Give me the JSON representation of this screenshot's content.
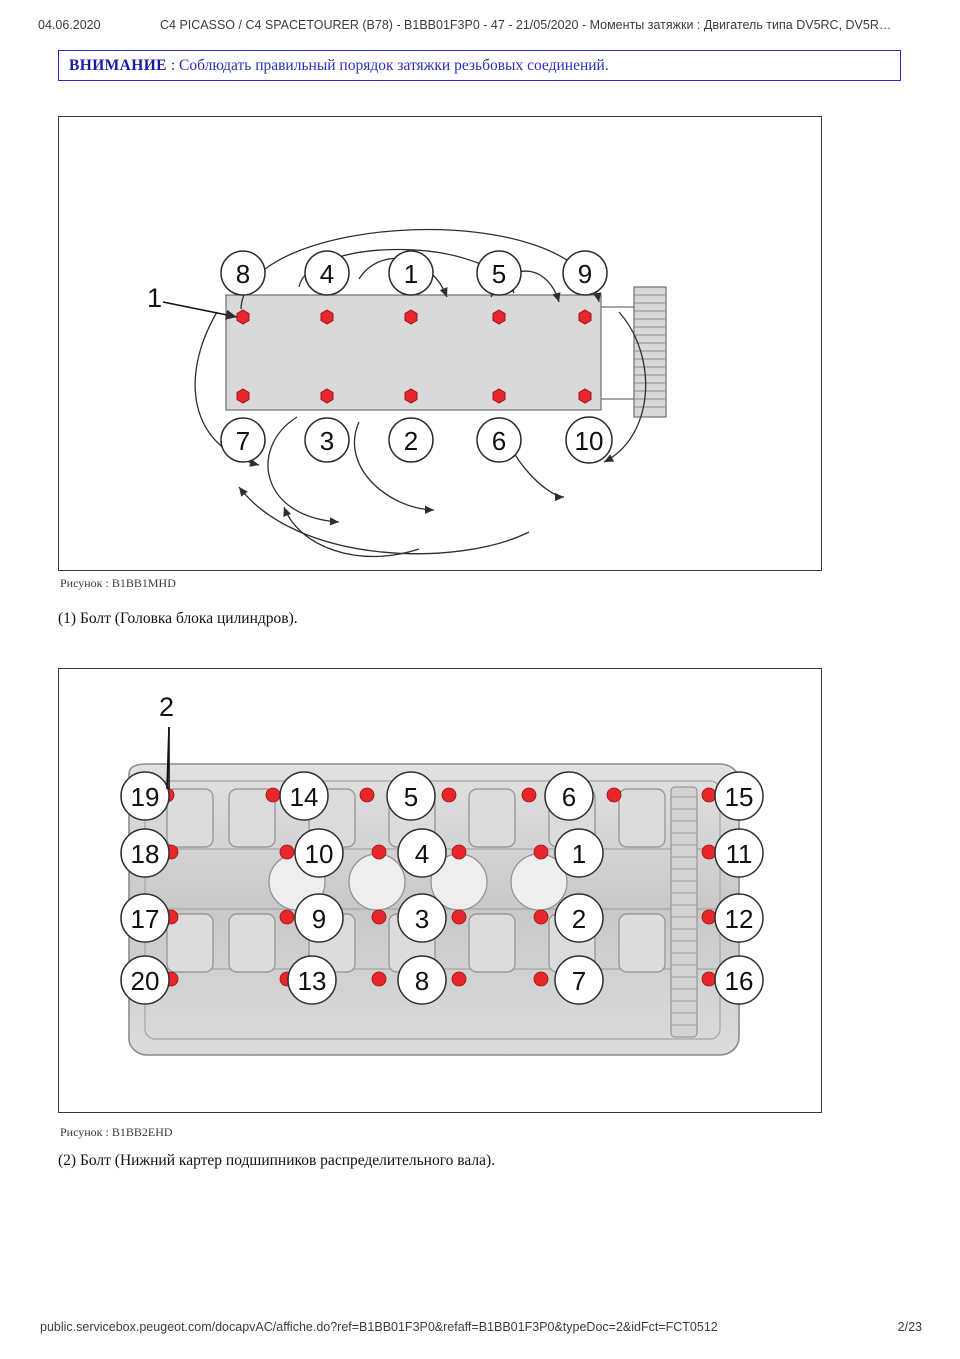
{
  "header": {
    "date": "04.06.2020",
    "title": "C4 PICASSO / C4 SPACETOURER (B78) - B1BB01F3P0 - 47 - 21/05/2020 - Моменты затяжки : Двигатель типа DV5RC, DV5R…"
  },
  "warning": {
    "label": "ВНИМАНИЕ",
    "body": " : Соблюдать правильный порядок затяжки резьбовых соединений.",
    "border_color": "#2b2bbd",
    "label_color": "#1a1aa8",
    "body_color": "#2f2fb5"
  },
  "figures": [
    {
      "caption": "Рисунок : B1BB1MHD",
      "callout": "1",
      "legend": "(1) Болт (Головка блока цилиндров).",
      "bolt_numbers_top": [
        "8",
        "4",
        "1",
        "5",
        "9"
      ],
      "bolt_numbers_bottom": [
        "7",
        "3",
        "2",
        "6",
        "10"
      ]
    },
    {
      "caption": "Рисунок : B1BB2EHD",
      "callout": "2",
      "legend": "(2) Болт (Нижний картер подшипников распределительного вала).",
      "bolt_numbers_row1": [
        "19",
        "14",
        "5",
        "6",
        "15"
      ],
      "bolt_numbers_row2": [
        "18",
        "10",
        "4",
        "1",
        "11"
      ],
      "bolt_numbers_row3": [
        "17",
        "9",
        "3",
        "2",
        "12"
      ],
      "bolt_numbers_row4": [
        "20",
        "13",
        "8",
        "7",
        "16"
      ]
    }
  ],
  "footer": {
    "url": "public.servicebox.peugeot.com/docapvAC/affiche.do?ref=B1BB01F3P0&refaff=B1BB01F3P0&typeDoc=2&idFct=FCT0512",
    "page": "2/23"
  },
  "colors": {
    "bolt_red": "#e8262b",
    "block_gray": "#d9d9d9",
    "head_gray": "#c9c9c9"
  }
}
